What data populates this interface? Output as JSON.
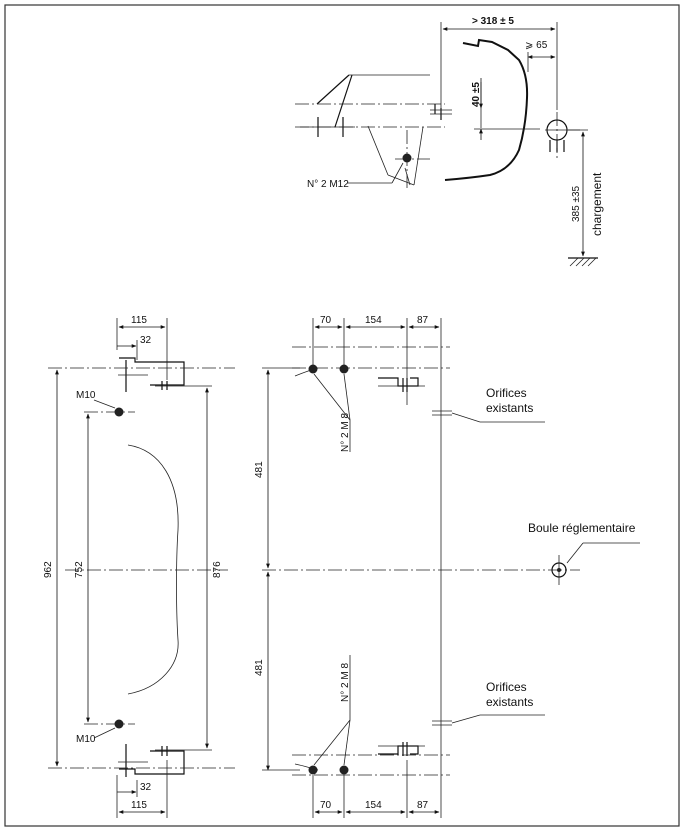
{
  "top_view": {
    "dim_overall": "> 318 ± 5",
    "dim_clearance": "⩾ 65",
    "dim_offset": "40 ±5",
    "dim_height": "385 ±35",
    "label_load": "chargement",
    "label_bolts": "N° 2 M12"
  },
  "left_view": {
    "dim_top_width": "115",
    "dim_top_inner": "32",
    "dim_bottom_width": "115",
    "dim_bottom_inner": "32",
    "dim_total": "962",
    "dim_holes": "752",
    "dim_mid": "876",
    "label_bolt_top": "M10",
    "label_bolt_bottom": "M10"
  },
  "right_view": {
    "dims_top": [
      "70",
      "154",
      "87"
    ],
    "dims_bottom": [
      "70",
      "154",
      "87"
    ],
    "dim_upper_half": "481",
    "dim_lower_half": "481",
    "label_bolts_top": "N° 2 M 8",
    "label_bolts_bottom": "N° 2 M 8",
    "label_existing_top_line1": "Orifices",
    "label_existing_top_line2": "existants",
    "label_existing_bottom_line1": "Orifices",
    "label_existing_bottom_line2": "existants",
    "label_ball": "Boule réglementaire"
  }
}
